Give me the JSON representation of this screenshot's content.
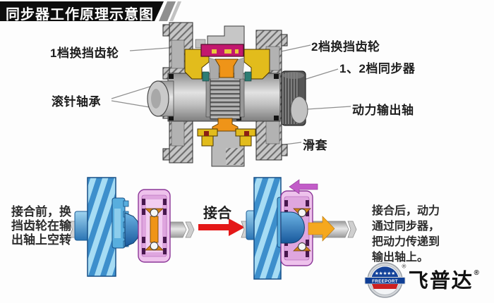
{
  "title": "同步器工作原理示意图",
  "labels": {
    "gear1": "1档换挡齿轮",
    "needle_bearing": "滚针轴承",
    "gear2": "2档换挡齿轮",
    "synchronizer": "1、2档同步器",
    "output_shaft": "动力输出轴",
    "sleeve": "滑套"
  },
  "bottom": {
    "before": {
      "line1": "接合前，换",
      "line2": "挡齿轮在输",
      "line3": "出轴上空转"
    },
    "engage": "接合",
    "after": {
      "line1": "接合后，动力",
      "line2": "通过同步器，",
      "line3": "把动力传递到",
      "line4": "输出轴上。"
    }
  },
  "logo": {
    "badge_text": "FREEPORT",
    "stars": "★★★★★",
    "brand": "飞普达",
    "registered": "®"
  },
  "colors": {
    "banner_bg": "#0d0d0d",
    "banner_text": "#ffffff",
    "engage_arrow_red": "#e41818",
    "power_arrow_orange": "#f5a81e",
    "shift_arrow_purple": "#c25cc8",
    "gear_blue": "#3d8fcc",
    "sleeve_pink": "#eec2ec",
    "synchro_yellow": "#e2bc1c",
    "synchro_magenta": "#c2186e",
    "hub_orange": "#ef9418",
    "logo_blue": "#15439a",
    "logo_red": "#cc2020"
  }
}
